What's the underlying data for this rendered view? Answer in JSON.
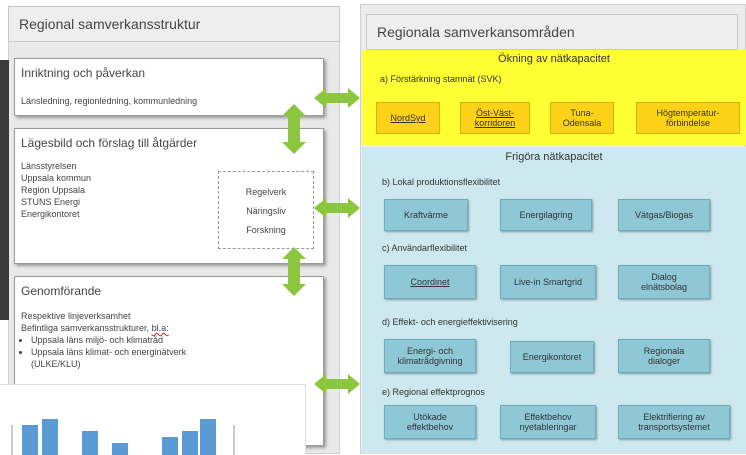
{
  "colors": {
    "arrow_green": "#8cc63f",
    "yellow_zone": "#ffff33",
    "yellow_button": "#ffd21a",
    "blue_zone": "#cde8ef",
    "blue_button": "#8ec7d6"
  },
  "left": {
    "title": "Regional samverkansstruktur",
    "box1": {
      "title": "Inriktning och påverkan",
      "text": "Länsledning, regionledning, kommunledning"
    },
    "box2": {
      "title": "Lägesbild och förslag till åtgärder",
      "lines": [
        "Länsstyrelsen",
        "Uppsala kommun",
        "Region Uppsala",
        "STUNS Energi",
        "Energikontoret"
      ],
      "inner": [
        "Regelverk",
        "Näringsliv",
        "Forskning"
      ]
    },
    "box3": {
      "title": "Genomförande",
      "line1": "Respektive linjeverksamhet",
      "line2_prefix": "Befintliga samverkansstrukturer, ",
      "line2_suffix": "bl.a:",
      "bullets": [
        "Uppsala läns miljö- och klimatråd",
        "Uppsala läns klimat- och energinätverk"
      ],
      "bullet_tail": "(ULKE/KLU)"
    }
  },
  "right": {
    "title": "Regionala samverkansområden",
    "yellow": {
      "heading": "Ökning av nätkapacitet",
      "section_a": "a) Förstärkning stamnät (SVK)",
      "buttons": [
        "NordSyd",
        "Öst-Väst-korridoren",
        "Tuna-Odensala",
        "Högtemperatur-förbindelse"
      ]
    },
    "blue": {
      "heading": "Frigöra nätkapacitet",
      "section_b": "b) Lokal produktionsflexibilitet",
      "b_buttons": [
        "Kraftvärme",
        "Energilagring",
        "Vätgas/Biogas"
      ],
      "section_c": "c) Användarflexibilitet",
      "c_buttons": [
        "Coordinet",
        "Live-in Smartgrid",
        "Dialog elnätsbolag"
      ],
      "section_d": "d) Effekt- och energieffektivisering",
      "d_buttons": [
        "Energi- och klimatrådgivning",
        "Energikontoret",
        "Regionala dialoger"
      ],
      "section_e": "e) Regional effektprognos",
      "e_buttons": [
        "Utökade effektbehov",
        "Effektbehov nyetableringar",
        "Elektrifiering av transportsystemet"
      ]
    }
  },
  "chart_data": {
    "type": "bar",
    "values": [
      5,
      6,
      4,
      2,
      3,
      4,
      6
    ]
  }
}
